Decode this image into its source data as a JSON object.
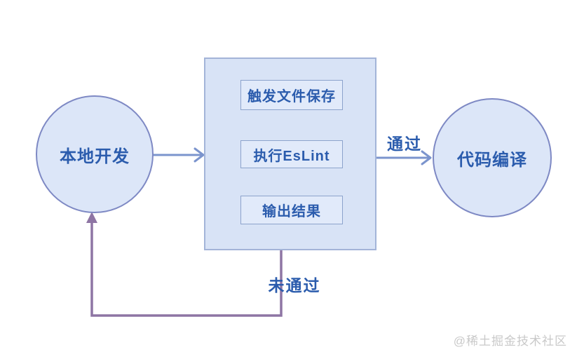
{
  "diagram": {
    "nodes": {
      "local_dev": {
        "label": "本地开发"
      },
      "code_compile": {
        "label": "代码编译"
      }
    },
    "process": {
      "steps": [
        {
          "label": "触发文件保存"
        },
        {
          "label": "执行EsLint"
        },
        {
          "label": "输出结果"
        }
      ]
    },
    "edges": {
      "pass": {
        "label": "通过"
      },
      "fail": {
        "label": "未通过"
      }
    },
    "watermark": "@稀土掘金技术社区",
    "colors": {
      "node_fill": "#dce6f8",
      "node_border": "#7e89c4",
      "container_fill": "#d8e3f6",
      "container_border": "#a3b4d8",
      "step_fill": "#e1eafa",
      "step_border": "#8ca3cc",
      "text_color": "#2b5cad",
      "arrow_blue": "#7b94cd",
      "arrow_purple": "#8e75a4",
      "watermark_color": "#c9c9c9"
    }
  }
}
